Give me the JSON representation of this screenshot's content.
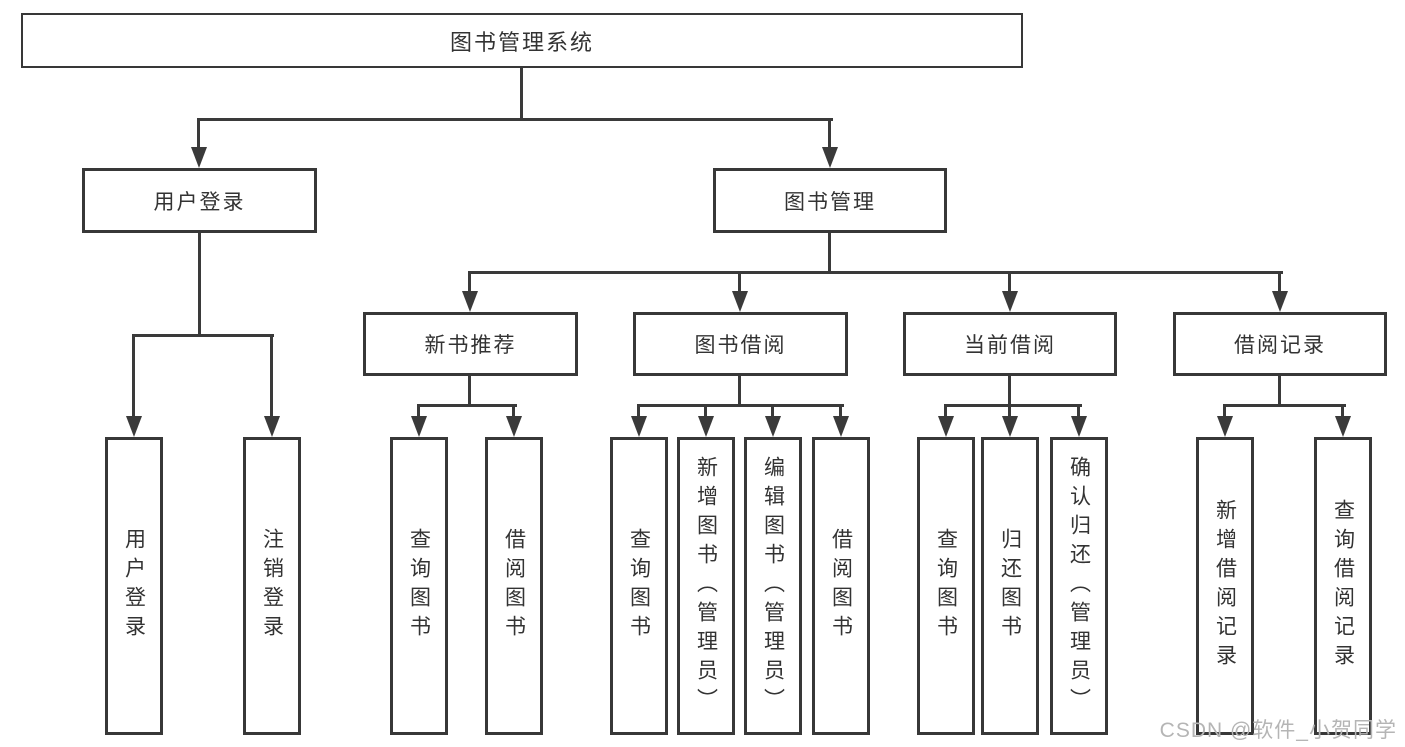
{
  "tree": {
    "label": "图书管理系统",
    "children": [
      {
        "label": "用户登录",
        "children": [
          {
            "label": "用户登录"
          },
          {
            "label": "注销登录"
          }
        ]
      },
      {
        "label": "图书管理",
        "children": [
          {
            "label": "新书推荐",
            "children": [
              {
                "label": "查询图书"
              },
              {
                "label": "借阅图书"
              }
            ]
          },
          {
            "label": "图书借阅",
            "children": [
              {
                "label": "查询图书"
              },
              {
                "label": "新增图书（管理员）"
              },
              {
                "label": "编辑图书（管理员）"
              },
              {
                "label": "借阅图书"
              }
            ]
          },
          {
            "label": "当前借阅",
            "children": [
              {
                "label": "查询图书"
              },
              {
                "label": "归还图书"
              },
              {
                "label": "确认归还（管理员）"
              }
            ]
          },
          {
            "label": "借阅记录",
            "children": [
              {
                "label": "新增借阅记录"
              },
              {
                "label": "查询借阅记录"
              }
            ]
          }
        ]
      }
    ]
  },
  "watermark": {
    "text": "CSDN @软件_小贺同学"
  },
  "colors": {
    "line": "#3a3a3a",
    "box_border": "#383838",
    "text": "#333333",
    "watermark": "#b5b5b5",
    "background": "#ffffff"
  }
}
